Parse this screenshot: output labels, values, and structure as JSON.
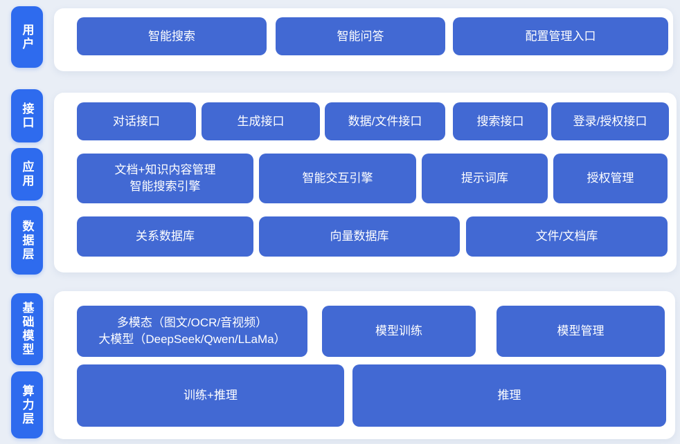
{
  "colors": {
    "background": "#e9eef6",
    "panel": "#ffffff",
    "label_blue": "#2e6bee",
    "button_blue": "#4269d3",
    "text_white": "#ffffff"
  },
  "bands": [
    {
      "name": "user",
      "labels": [
        "用户"
      ],
      "rows": [
        [
          "智能搜索",
          "智能问答",
          "配置管理入口"
        ]
      ]
    },
    {
      "name": "interface-application-data",
      "labels": [
        "接口",
        "应用",
        "数据层"
      ],
      "rows": [
        [
          "对话接口",
          "生成接口",
          "数据/文件接口",
          "搜索接口",
          "登录/授权接口"
        ],
        [
          "文档+知识内容管理\n智能搜索引擎",
          "智能交互引擎",
          "提示词库",
          "授权管理"
        ],
        [
          "关系数据库",
          "向量数据库",
          "文件/文档库"
        ]
      ]
    },
    {
      "name": "foundation-model-compute",
      "labels": [
        "基础模型",
        "算力层"
      ],
      "rows": [
        [
          "多模态（图文/OCR/音视频）\n大模型（DeepSeek/Qwen/LLaMa）",
          "模型训练",
          "模型管理"
        ],
        [
          "训练+推理",
          "推理"
        ]
      ]
    }
  ]
}
